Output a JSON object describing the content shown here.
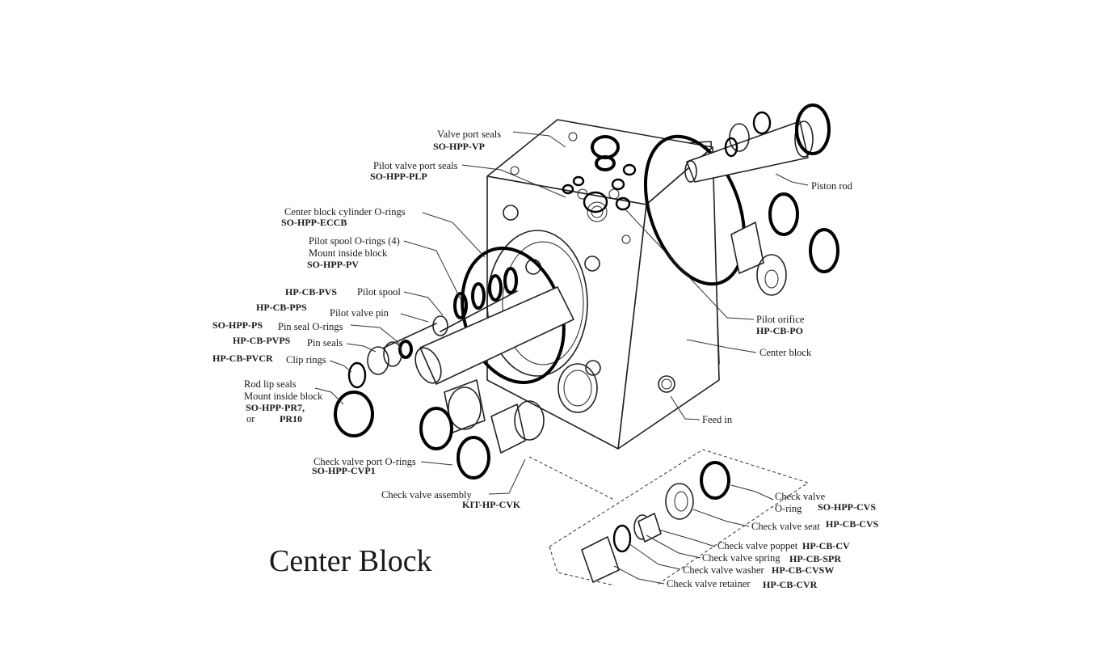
{
  "title": "Center Block",
  "callouts": {
    "valve_port_seals": {
      "label": "Valve port seals",
      "part": "SO-HPP-VP"
    },
    "pilot_valve_port_seals": {
      "label": "Pilot valve port seals",
      "part": "SO-HPP-PLP"
    },
    "center_block_cylinder_orings": {
      "label": "Center block cylinder O-rings",
      "part": "SO-HPP-ECCB"
    },
    "pilot_spool_orings": {
      "label_line1": "Pilot spool O-rings (4)",
      "label_line2": "Mount inside block",
      "part": "SO-HPP-PV"
    },
    "pilot_spool": {
      "label": "Pilot spool",
      "part": "HP-CB-PVS"
    },
    "pilot_valve_pin": {
      "label": "Pilot valve pin",
      "part": "HP-CB-PPS"
    },
    "pin_seal_orings": {
      "label": "Pin seal O-rings",
      "part": "SO-HPP-PS"
    },
    "pin_seals": {
      "label": "Pin seals",
      "part": "HP-CB-PVPS"
    },
    "clip_rings": {
      "label": "Clip rings",
      "part": "HP-CB-PVCR"
    },
    "rod_lip_seals": {
      "label_line1": "Rod lip seals",
      "label_line2": "Mount inside block",
      "part_line1": "SO-HPP-PR7,",
      "or_text": "or",
      "part_line2": "PR10"
    },
    "check_valve_port_orings": {
      "label": "Check valve port O-rings",
      "part": "SO-HPP-CVP1"
    },
    "check_valve_assembly": {
      "label": "Check valve assembly",
      "part": "KIT-HP-CVK"
    },
    "piston_rod": {
      "label": "Piston rod"
    },
    "pilot_orifice": {
      "label": "Pilot orifice",
      "part": "HP-CB-PO"
    },
    "center_block": {
      "label": "Center block"
    },
    "feed_in": {
      "label": "Feed in"
    },
    "check_valve_oring": {
      "label_line1": "Check valve",
      "label_line2": "O-ring",
      "part": "SO-HPP-CVS"
    },
    "check_valve_seat": {
      "label": "Check valve seat",
      "part": "HP-CB-CVS"
    },
    "check_valve_poppet": {
      "label": "Check valve poppet",
      "part": "HP-CB-CV"
    },
    "check_valve_spring": {
      "label": "Check valve spring",
      "part": "HP-CB-SPR"
    },
    "check_valve_washer": {
      "label": "Check valve washer",
      "part": "HP-CB-CVSW"
    },
    "check_valve_retainer": {
      "label": "Check valve retainer",
      "part": "HP-CB-CVR"
    }
  }
}
